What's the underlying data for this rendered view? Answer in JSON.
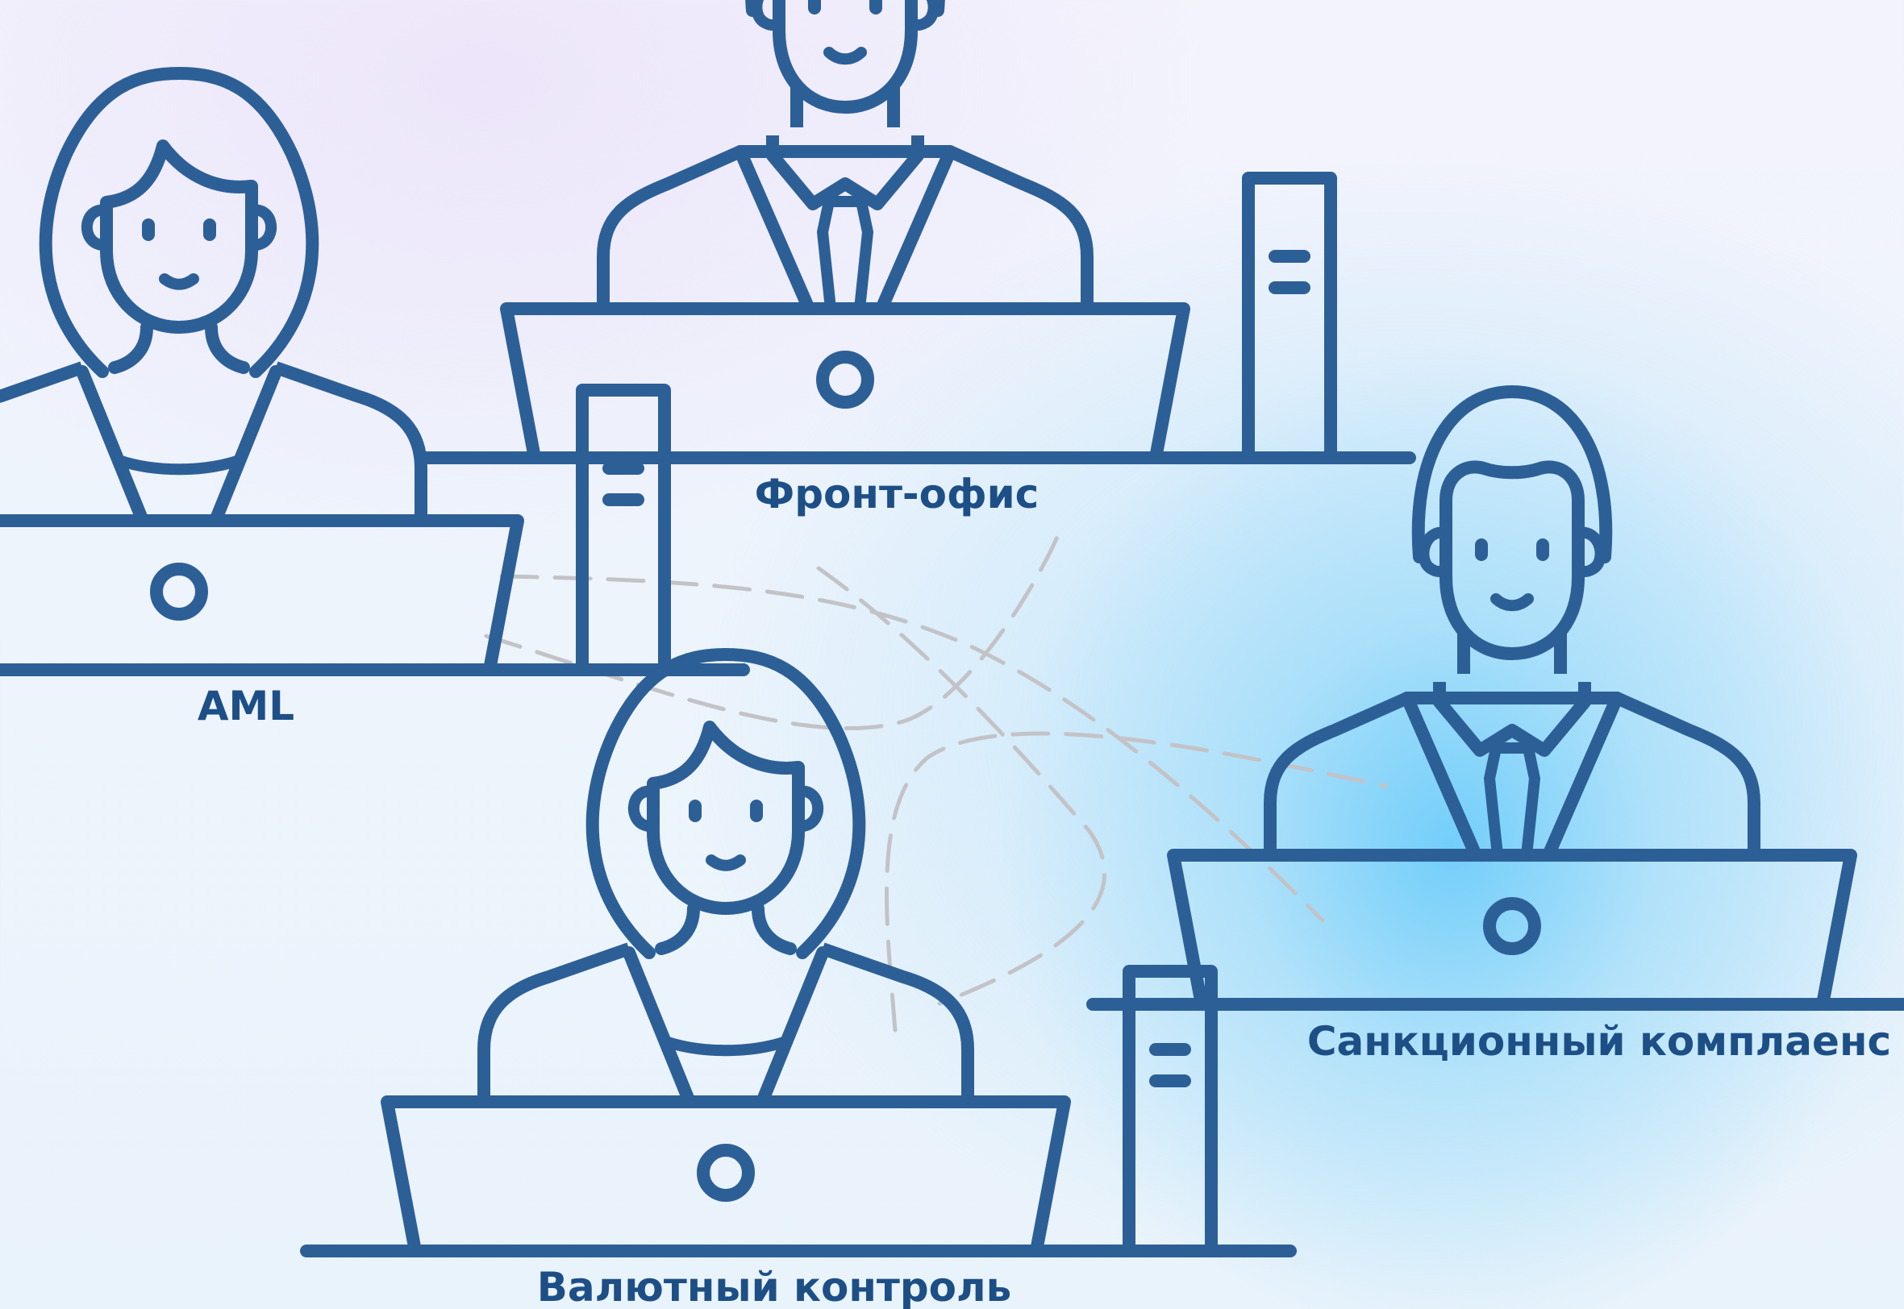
{
  "nodes": [
    {
      "id": "front",
      "label": "Фронт-офис",
      "figure": "man"
    },
    {
      "id": "aml",
      "label": "AML",
      "figure": "woman"
    },
    {
      "id": "currency",
      "label": "Валютный контроль",
      "figure": "woman"
    },
    {
      "id": "sanctions",
      "label": "Санкционный комплаенс",
      "figure": "man"
    }
  ],
  "connectors": {
    "style": "dashed",
    "color": "#c3c3c7"
  },
  "colors": {
    "icon": "#2d5f97",
    "label": "#1d4f86",
    "highlight": "#7fd3fb"
  },
  "icons": [
    "man-at-laptop-icon",
    "woman-at-laptop-icon",
    "computer-tower-icon"
  ]
}
